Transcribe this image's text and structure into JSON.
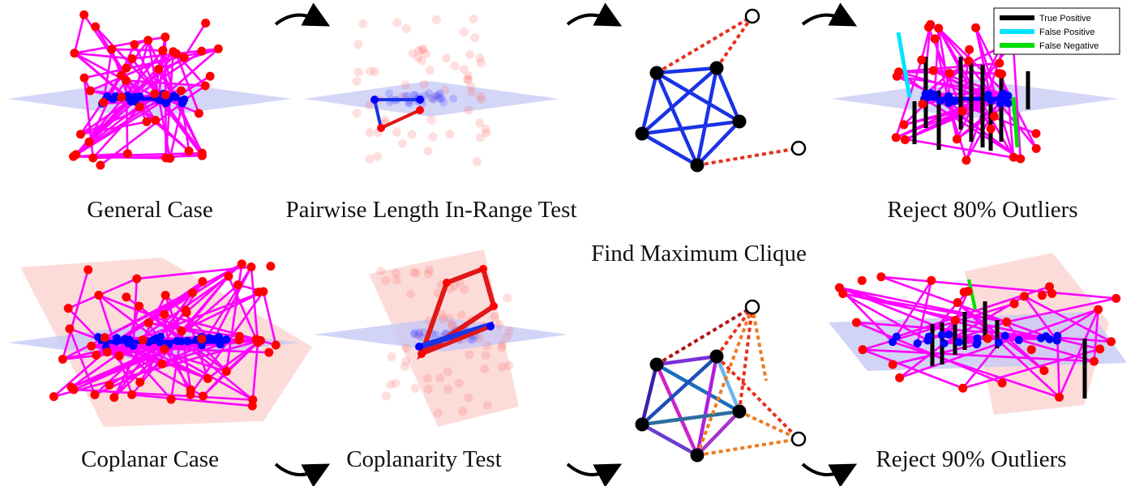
{
  "captions": {
    "general_case": "General Case",
    "pairwise_test": "Pairwise Length In-Range Test",
    "reject_80": "Reject 80% Outliers",
    "find_clique": "Find Maximum Clique",
    "coplanar_case": "Coplanar Case",
    "coplanarity_test": "Coplanarity Test",
    "reject_90": "Reject 90% Outliers"
  },
  "legend": {
    "items": [
      {
        "label": "True Positive",
        "color": "#000000"
      },
      {
        "label": "False Positive",
        "color": "#00e5ff"
      },
      {
        "label": "False Negative",
        "color": "#00dd00"
      }
    ]
  },
  "colors": {
    "outlier_edge": "#ff00ff",
    "point_red": "#ff0000",
    "point_blue": "#0000ff",
    "plane_blue": "#c6c8f5",
    "plane_red": "#fbd6d2",
    "clique_edge": "#1a33e6",
    "dotted_red": "#e83020",
    "dotted_orange": "#f07a1c",
    "arrow": "#000000"
  }
}
